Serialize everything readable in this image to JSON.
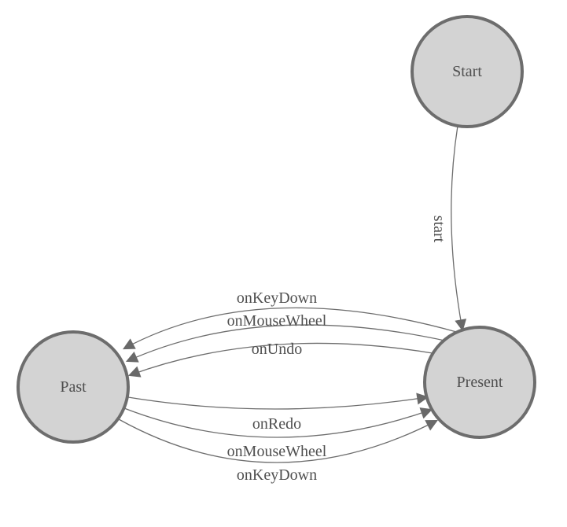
{
  "diagram": {
    "type": "state-machine",
    "nodes": [
      {
        "id": "start",
        "label": "Start"
      },
      {
        "id": "present",
        "label": "Present"
      },
      {
        "id": "past",
        "label": "Past"
      }
    ],
    "edges": [
      {
        "from": "Start",
        "to": "Present",
        "label": "start"
      },
      {
        "from": "Present",
        "to": "Past",
        "label": "onKeyDown"
      },
      {
        "from": "Present",
        "to": "Past",
        "label": "onMouseWheel"
      },
      {
        "from": "Present",
        "to": "Past",
        "label": "onUndo"
      },
      {
        "from": "Past",
        "to": "Present",
        "label": "onRedo"
      },
      {
        "from": "Past",
        "to": "Present",
        "label": "onMouseWheel"
      },
      {
        "from": "Past",
        "to": "Present",
        "label": "onKeyDown"
      }
    ],
    "colors": {
      "background": "#ffffff",
      "node_fill": "#d3d3d3",
      "node_stroke": "#6d6d6d",
      "edge_stroke": "#6d6d6d",
      "arrowhead": "#696969",
      "label_text": "#4f4f4f"
    }
  }
}
